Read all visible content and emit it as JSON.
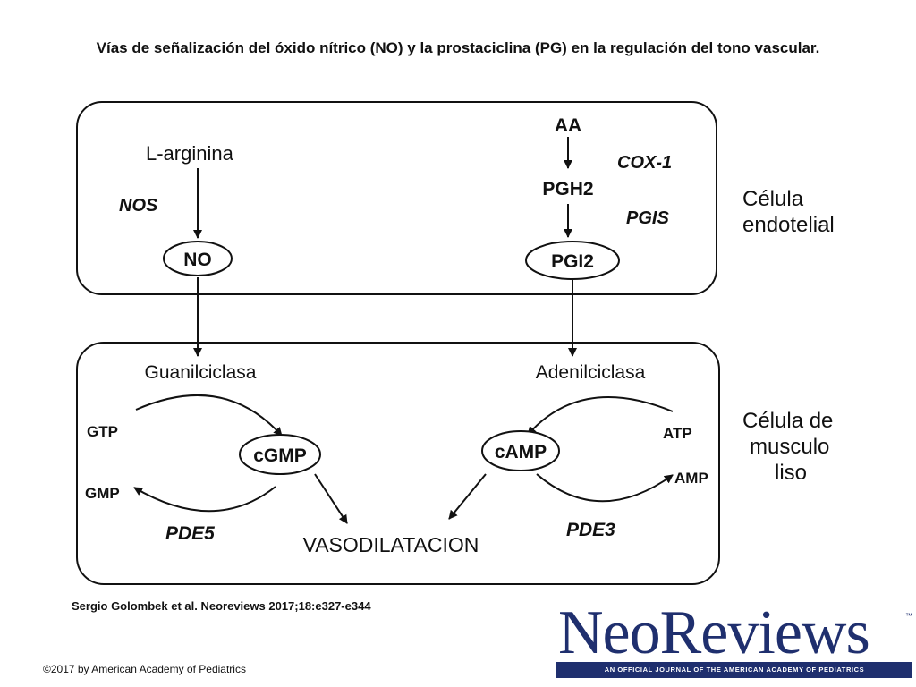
{
  "title": "Vías de señalización del óxido nítrico (NO) y la prostaciclina (PG) en la regulación del tono vascular.",
  "endothelial": {
    "cell_label_1": "Célula",
    "cell_label_2": "endotelial",
    "l_arginina": "L-arginina",
    "nos": "NOS",
    "no": "NO",
    "aa": "AA",
    "cox1": "COX-1",
    "pgh2": "PGH2",
    "pgis": "PGIS",
    "pgi2": "PGI2"
  },
  "smooth_muscle": {
    "cell_label_1": "Célula de",
    "cell_label_2": "musculo",
    "cell_label_3": "liso",
    "guanilciclasa": "Guanilciclasa",
    "adenilciclasa": "Adenilciclasa",
    "gtp": "GTP",
    "cgmp": "cGMP",
    "gmp": "GMP",
    "pde5": "PDE5",
    "atp": "ATP",
    "camp": "cAMP",
    "amp": "AMP",
    "pde3": "PDE3",
    "vasodilatacion": "VASODILATACION"
  },
  "citation": "Sergio Golombek et al. Neoreviews 2017;18:e327-e344",
  "copyright": "©2017 by American Academy of Pediatrics",
  "logo": {
    "name": "NeoReviews",
    "tagline": "AN OFFICIAL JOURNAL OF THE AMERICAN ACADEMY OF PEDIATRICS",
    "color": "#1f2f6e"
  }
}
